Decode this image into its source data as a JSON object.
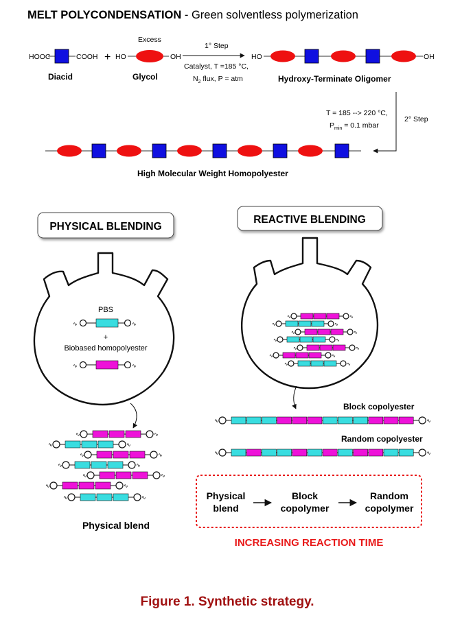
{
  "header": {
    "title": "MELT POLYCONDENSATION",
    "subtitle": " - Green solventless polymerization"
  },
  "step1": {
    "excess": "Excess",
    "diacid_left": "HOOC",
    "diacid_right": "COOH",
    "plus": "+",
    "glycol_left": "HO",
    "glycol_right": "OH",
    "diacid_label": "Diacid",
    "glycol_label": "Glycol",
    "step_label": "1° Step",
    "cond_line1": "Catalyst, T =185 °C,",
    "cond_n2": "N",
    "cond_n2_sub": "2",
    "cond_line2_rest": " flux, P = atm",
    "oligomer_left": "HO",
    "oligomer_right": "OH",
    "oligomer_label": "Hydroxy-Terminate Oligomer"
  },
  "step2": {
    "cond_line1": "T = 185 --> 220 °C,",
    "cond_p": "P",
    "cond_p_sub": "min",
    "cond_line2_rest": " = 0.1 mbar",
    "step_label": "2° Step",
    "polymer_label": "High Molecular Weight Homopolyester"
  },
  "physical": {
    "title": "PHYSICAL BLENDING",
    "pbs_label": "PBS",
    "plus": "+",
    "homopolyester_label": "Biobased homopolyester",
    "blend_label": "Physical blend"
  },
  "reactive": {
    "title": "REACTIVE BLENDING",
    "block_label": "Block copolyester",
    "random_label": "Random copolyester",
    "seq1_line1": "Physical",
    "seq1_line2": "blend",
    "seq2_line1": "Block",
    "seq2_line2": "copolymer",
    "seq3_line1": "Random",
    "seq3_line2": "copolymer",
    "increasing_label": "INCREASING REACTION TIME"
  },
  "caption": "Figure 1. Synthetic strategy.",
  "colors": {
    "diacid_unit": "#1010e0",
    "glycol_unit": "#ee1111",
    "pbs_segment": "#39dde0",
    "homopolyester_segment": "#ee12d9",
    "highlight_red": "#e81818",
    "caption": "#a01010"
  }
}
